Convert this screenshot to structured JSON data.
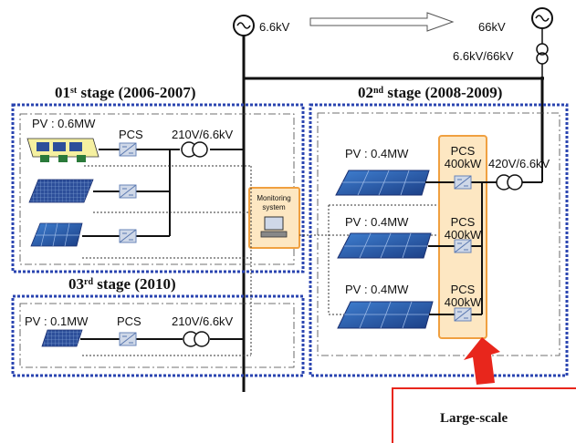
{
  "grid": {
    "source_left_voltage": "6.6kV",
    "source_right_voltage": "66kV",
    "right_transformer_label": "6.6kV/66kV"
  },
  "stage1": {
    "title_num": "01",
    "title_sup": "st",
    "title_rest": " stage (2006-2007)",
    "pv_label": "PV : 0.6MW",
    "pcs_label": "PCS",
    "transformer_label": "210V/6.6kV"
  },
  "stage2": {
    "title_num": "02",
    "title_sup": "nd",
    "title_rest": " stage (2008-2009)",
    "transformer_label": "420V/6.6kV",
    "units": [
      {
        "pv_label": "PV : 0.4MW",
        "pcs_label": "PCS",
        "pcs_rating": "400kW"
      },
      {
        "pv_label": "PV : 0.4MW",
        "pcs_label": "PCS",
        "pcs_rating": "400kW"
      },
      {
        "pv_label": "PV : 0.4MW",
        "pcs_label": "PCS",
        "pcs_rating": "400kW"
      }
    ]
  },
  "stage3": {
    "title_num": "03",
    "title_sup": "rd",
    "title_rest": " stage (2010)",
    "pv_label": "PV : 0.1MW",
    "pcs_label": "PCS",
    "transformer_label": "210V/6.6kV"
  },
  "monitoring": {
    "line1": "Monitoring",
    "line2": "system"
  },
  "callout": {
    "text": "Large-scale"
  },
  "colors": {
    "stage_border": "#2a44b0",
    "pcs_highlight_fill": "#fde7c2",
    "pcs_highlight_border": "#f0a040",
    "arrow": "#e8261c",
    "callout_border": "#e8261c",
    "panel": "#2c5aa8"
  }
}
